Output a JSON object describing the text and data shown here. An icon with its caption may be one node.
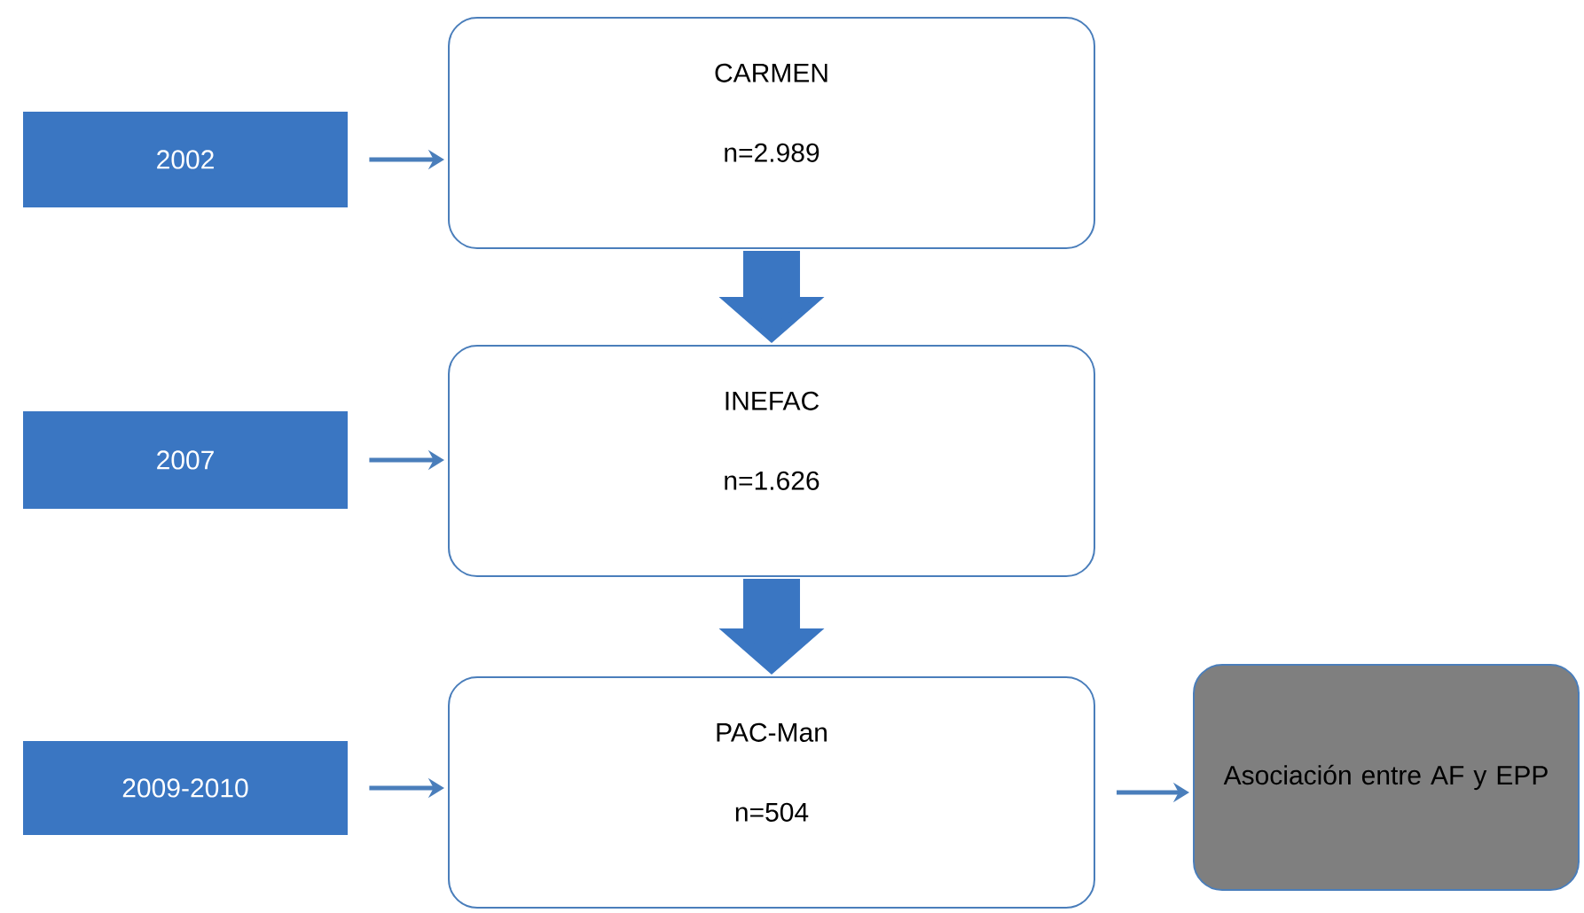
{
  "diagram": {
    "nodes": [
      {
        "text": [
          "2002"
        ]
      },
      {
        "text": [
          "CARMEN",
          "n=2.989"
        ]
      },
      {
        "text": [
          "2007"
        ]
      },
      {
        "text": [
          "INEFAC",
          "n=1.626"
        ]
      },
      {
        "text": [
          "2009-2010"
        ]
      },
      {
        "text": [
          "PAC-Man",
          "n=504"
        ]
      },
      {
        "text": [
          "Asociación entre AF y EPP"
        ]
      }
    ],
    "edges": [
      {
        "from": 0,
        "to": 1,
        "arrow": "to"
      },
      {
        "from": 1,
        "to": 3,
        "arrow": "to",
        "style": "thick"
      },
      {
        "from": 2,
        "to": 3,
        "arrow": "to"
      },
      {
        "from": 3,
        "to": 5,
        "arrow": "to",
        "style": "thick"
      },
      {
        "from": 4,
        "to": 5,
        "arrow": "to"
      },
      {
        "from": 5,
        "to": 6,
        "arrow": "to"
      }
    ]
  }
}
